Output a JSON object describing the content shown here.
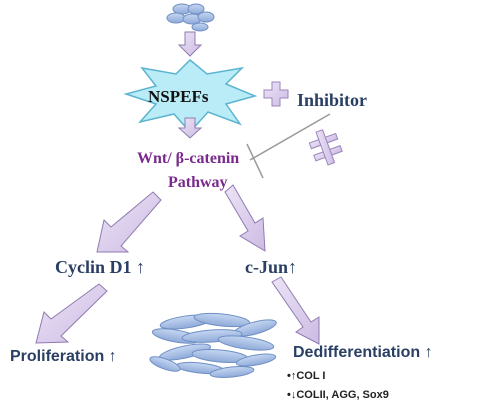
{
  "labels": {
    "stimulus": "NSPEFs",
    "inhibitor": "Inhibitor",
    "pathway_line1": "Wnt/ β-catenin",
    "pathway_line2": "Pathway",
    "cyclin": "Cyclin D1 ↑",
    "cjun": "c-Jun↑",
    "proliferation": "Proliferation ↑",
    "dedifferentiation": "Dedifferentiation ↑",
    "marker_up": "•↑COL I",
    "marker_down": "•↓COLII, AGG, Sox9"
  },
  "colors": {
    "navy_text": "#2a3f63",
    "purple_text": "#7a2a8c",
    "arrow_fill": "#d9cbea",
    "arrow_stroke": "#8f7bb0",
    "burst_fill": "#b9ecf7",
    "burst_stroke": "#5ab4cf",
    "cell_fill": "#a9c2e8",
    "cell_stroke": "#6f8fc4"
  },
  "icons": {
    "plus": "plus-icon",
    "not_equal": "not-equal-icon",
    "inhibition": "inhibition-tee-icon"
  }
}
